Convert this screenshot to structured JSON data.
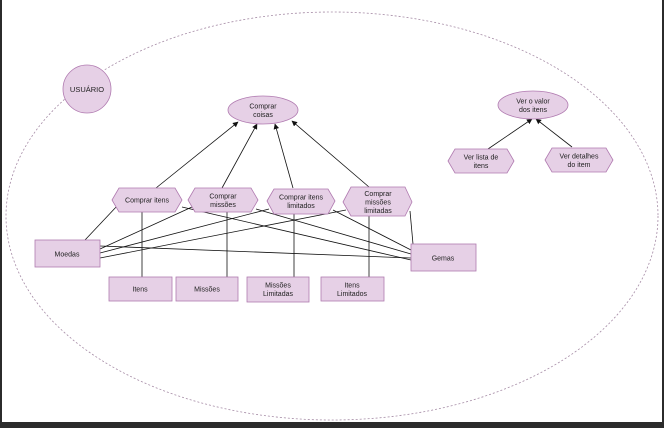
{
  "colors": {
    "node_fill": "#e6d0e6",
    "node_stroke": "#b07ab0",
    "boundary": "#a68ca6",
    "line": "#111111"
  },
  "actor": {
    "label": "USUÁRIO"
  },
  "use_cases": {
    "comprar_coisas": [
      "Comprar",
      "coisas"
    ],
    "ver_valor": [
      "Ver o valor",
      "dos itens"
    ],
    "ver_lista": [
      "Ver lista de",
      "itens"
    ],
    "ver_detalhes": [
      "Ver detalhes",
      "do item"
    ],
    "comprar_itens": [
      "Comprar itens"
    ],
    "comprar_missoes": [
      "Comprar",
      "missões"
    ],
    "comprar_itens_limitados": [
      "Comprar itens",
      "limitados"
    ],
    "comprar_missoes_limitadas": [
      "Comprar",
      "missões",
      "limitadas"
    ]
  },
  "entities": {
    "moedas": [
      "Moedas"
    ],
    "gemas": [
      "Gemas"
    ],
    "itens": [
      "Itens"
    ],
    "missoes": [
      "Missões"
    ],
    "missoes_limitadas": [
      "Missões",
      "Limitadas"
    ],
    "itens_limitados": [
      "Itens",
      "Limitados"
    ]
  }
}
